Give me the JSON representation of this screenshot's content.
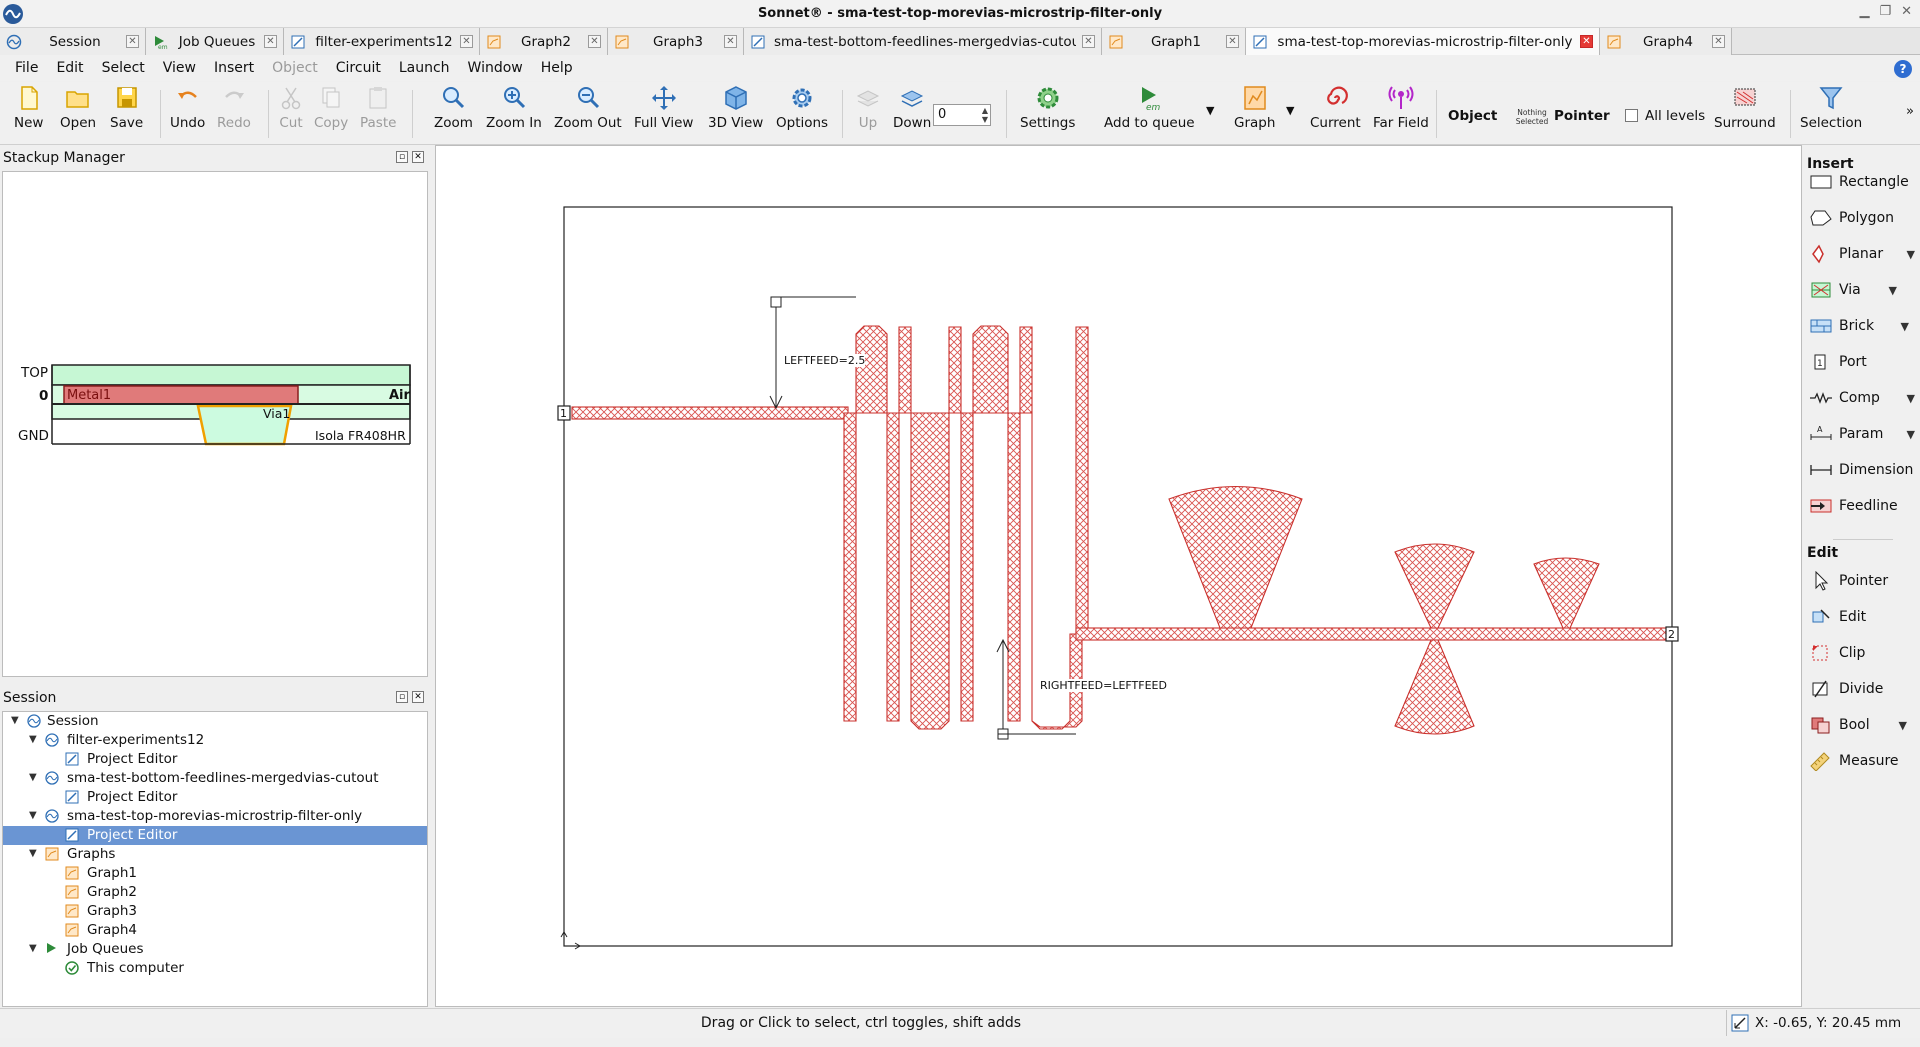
{
  "window": {
    "title": "Sonnet® - sma-test-top-morevias-microstrip-filter-only"
  },
  "tabs": [
    {
      "label": "Session",
      "active": false
    },
    {
      "label": "Job Queues",
      "active": false
    },
    {
      "label": "filter-experiments12",
      "active": false
    },
    {
      "label": "Graph2",
      "active": false
    },
    {
      "label": "Graph3",
      "active": false
    },
    {
      "label": "sma-test-bottom-feedlines-mergedvias-cutout",
      "active": false
    },
    {
      "label": "Graph1",
      "active": false
    },
    {
      "label": "sma-test-top-morevias-microstrip-filter-only",
      "active": true
    },
    {
      "label": "Graph4",
      "active": false
    }
  ],
  "menu": [
    "File",
    "Edit",
    "Select",
    "View",
    "Insert",
    "Object",
    "Circuit",
    "Launch",
    "Window",
    "Help"
  ],
  "toolbar": {
    "new": "New",
    "open": "Open",
    "save": "Save",
    "undo": "Undo",
    "redo": "Redo",
    "cut": "Cut",
    "copy": "Copy",
    "paste": "Paste",
    "zoom": "Zoom",
    "zoom_in": "Zoom In",
    "zoom_out": "Zoom Out",
    "full_view": "Full View",
    "view3d": "3D View",
    "options": "Options",
    "up": "Up",
    "down": "Down",
    "level_value": "0",
    "settings": "Settings",
    "add_to_queue": "Add to queue",
    "graph": "Graph",
    "current": "Current",
    "far_field": "Far Field",
    "object_label": "Object",
    "nothing_selected": "Nothing Selected",
    "pointer_label": "Pointer",
    "all_levels": "All levels",
    "surround": "Surround",
    "selection": "Selection"
  },
  "stackup": {
    "title": "Stackup Manager",
    "top": "TOP",
    "level": "0",
    "gnd": "GND",
    "metal": "Metal1",
    "air": "Air",
    "via": "Via1",
    "dielectric": "Isola FR408HR"
  },
  "session": {
    "title": "Session",
    "items": [
      {
        "label": "Session"
      },
      {
        "label": "filter-experiments12"
      },
      {
        "label": "Project Editor"
      },
      {
        "label": "sma-test-bottom-feedlines-mergedvias-cutout"
      },
      {
        "label": "Project Editor"
      },
      {
        "label": "sma-test-top-morevias-microstrip-filter-only"
      },
      {
        "label": "Project Editor"
      },
      {
        "label": "Graphs"
      },
      {
        "label": "Graph1"
      },
      {
        "label": "Graph2"
      },
      {
        "label": "Graph3"
      },
      {
        "label": "Graph4"
      },
      {
        "label": "Job Queues"
      },
      {
        "label": "This computer"
      }
    ]
  },
  "canvas": {
    "port1": "1",
    "port2": "2",
    "leftfeed": "LEFTFEED=2.5",
    "rightfeed": "RIGHTFEED=LEFTFEED",
    "metal_color": "#d9534f"
  },
  "rightpanel": {
    "insert_header": "Insert",
    "insert": [
      "Rectangle",
      "Polygon",
      "Planar",
      "Via",
      "Brick",
      "Port",
      "Comp",
      "Param",
      "Dimension",
      "Feedline"
    ],
    "edit_header": "Edit",
    "edit": [
      "Pointer",
      "Edit",
      "Clip",
      "Divide",
      "Bool",
      "Measure"
    ]
  },
  "status": {
    "text": "Drag or Click to select, ctrl toggles, shift adds",
    "coords": "X: -0.65, Y: 20.45 mm"
  }
}
